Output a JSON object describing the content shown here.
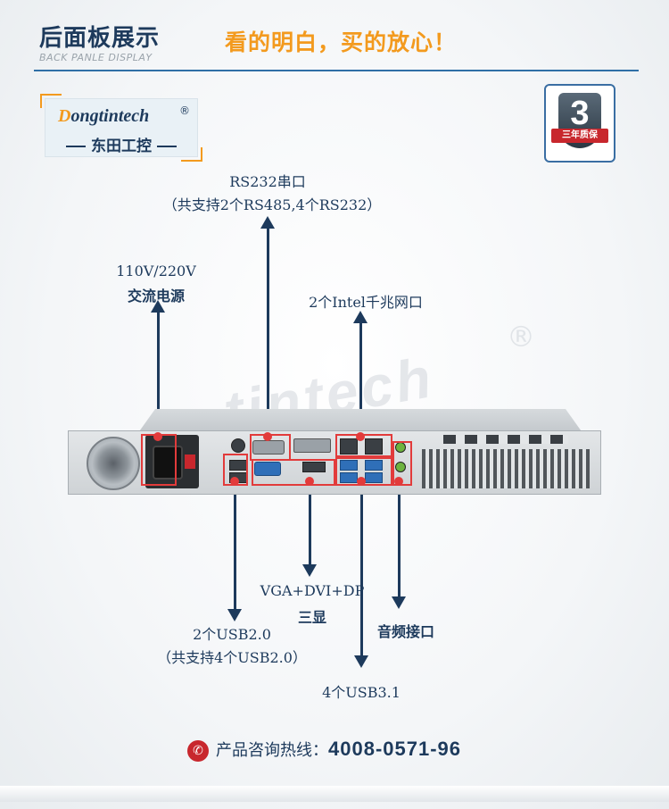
{
  "header": {
    "title": "后面板展示",
    "subtitle": "BACK PANLE DISPLAY",
    "slogan": "看的明白，买的放心！"
  },
  "logo": {
    "brand_d": "D",
    "brand_rest": "ongtintech",
    "reg": "®",
    "cn": "东田工控"
  },
  "badge": {
    "number": "3",
    "ribbon": "三年质保"
  },
  "watermark": {
    "text": "tintech",
    "reg": "®"
  },
  "labels": {
    "rs232_line1": "RS232串口",
    "rs232_line2": "（共支持2个RS485,4个RS232）",
    "power_line1": "110V/220V",
    "power_line2": "交流电源",
    "lan": "2个Intel千兆网口",
    "video_line1": "VGA+DVI+DP",
    "video_line2": "三显",
    "audio": "音频接口",
    "usb2_line1": "2个USB2.0",
    "usb2_line2": "（共支持4个USB2.0）",
    "usb3": "4个USB3.1"
  },
  "hotline": {
    "icon": "phone-icon",
    "label": "产品咨询热线：",
    "number": "4008-0571-96"
  },
  "colors": {
    "navy": "#1d3a5c",
    "orange": "#f39a1e",
    "highlight_red": "#e23b3b"
  }
}
